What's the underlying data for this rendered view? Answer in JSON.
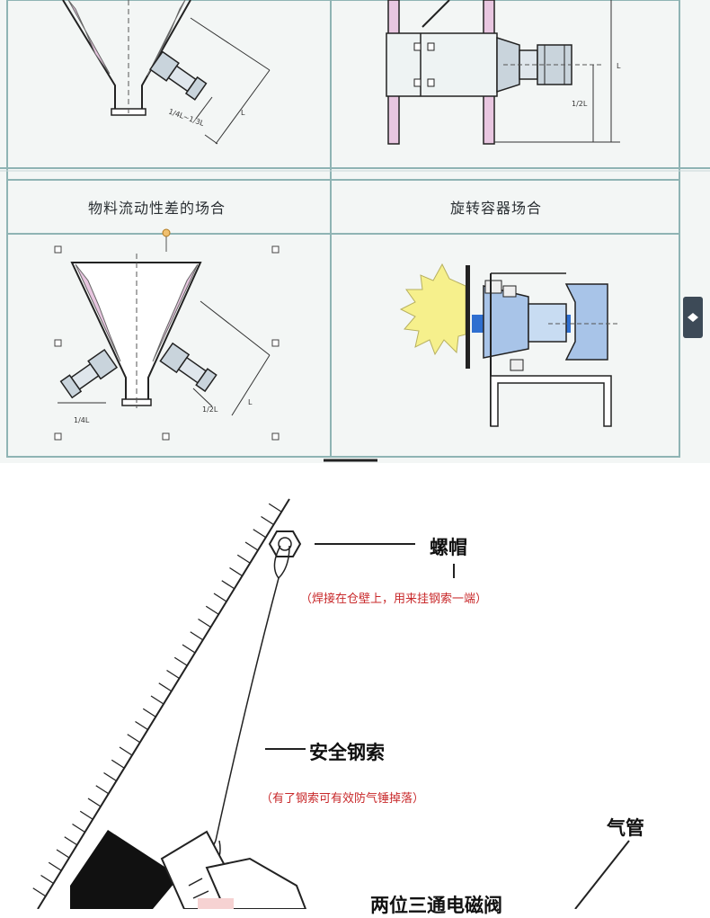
{
  "top_section": {
    "cell_bottom_left": {
      "title": "物料流动性差的场合",
      "dim_left": "1/4L",
      "dim_middle": "1/2L",
      "dim_right": "L"
    },
    "cell_bottom_right": {
      "title": "旋转容器场合"
    },
    "cell_top_left": {
      "dim_small": "1/4L~1/3L",
      "dim_right": "L"
    },
    "cell_top_right": {
      "dim_half": "1/2L",
      "dim_full": "L"
    }
  },
  "bottom_section": {
    "nut": {
      "label": "螺帽",
      "note": "（焊接在仓壁上，用来挂钢索一端）"
    },
    "cable": {
      "label": "安全钢索",
      "note": "（有了钢索可有效防气锤掉落）"
    },
    "air_pipe": {
      "label": "气管"
    },
    "valve": {
      "label": "两位三通电磁阀"
    }
  },
  "colors": {
    "grid": "#8fb4b4",
    "hopper_fill": "#e8c6e0",
    "burst": "#f6f08c",
    "accent": "#2f6fd0"
  }
}
